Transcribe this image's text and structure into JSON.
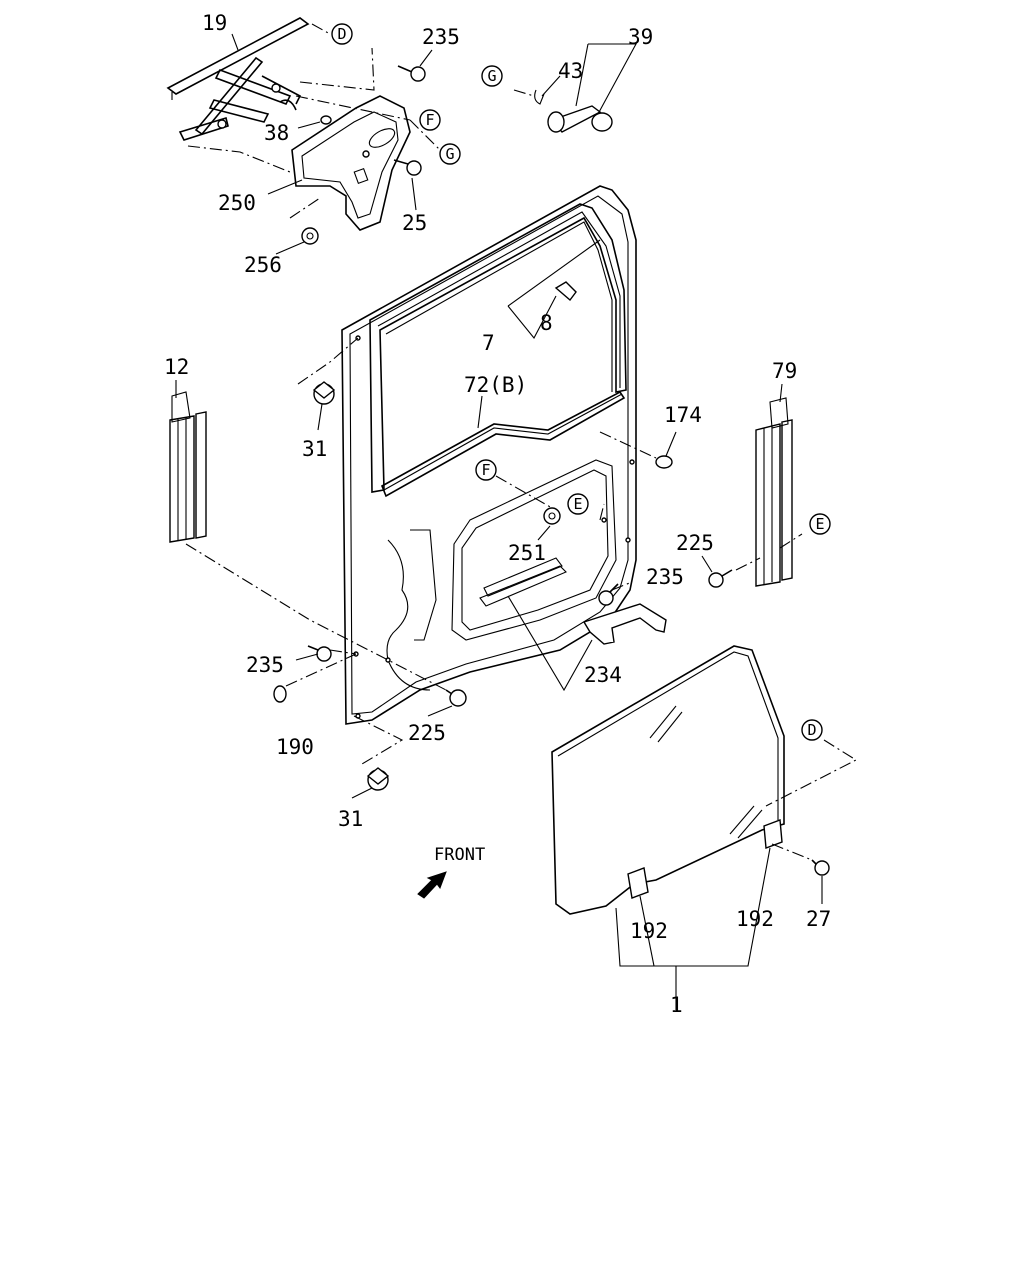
{
  "front_label": "FRONT",
  "callouts": {
    "c_D1": "D",
    "c_F1": "F",
    "c_G1": "G",
    "c_G2": "G",
    "c_F2": "F",
    "c_E1": "E",
    "c_E2": "E",
    "c_D2": "D"
  },
  "labels": {
    "l19": "19",
    "l235a": "235",
    "l39": "39",
    "l43": "43",
    "l38": "38",
    "l250": "250",
    "l25": "25",
    "l256": "256",
    "l7": "7",
    "l8": "8",
    "l12": "12",
    "l79": "79",
    "l72b": "72(B)",
    "l174": "174",
    "l31a": "31",
    "l251": "251",
    "l225a": "225",
    "l235b": "235",
    "l235c": "235",
    "l234": "234",
    "l190": "190",
    "l225b": "225",
    "l31b": "31",
    "l192a": "192",
    "l192b": "192",
    "l27": "27",
    "l1": "1"
  }
}
